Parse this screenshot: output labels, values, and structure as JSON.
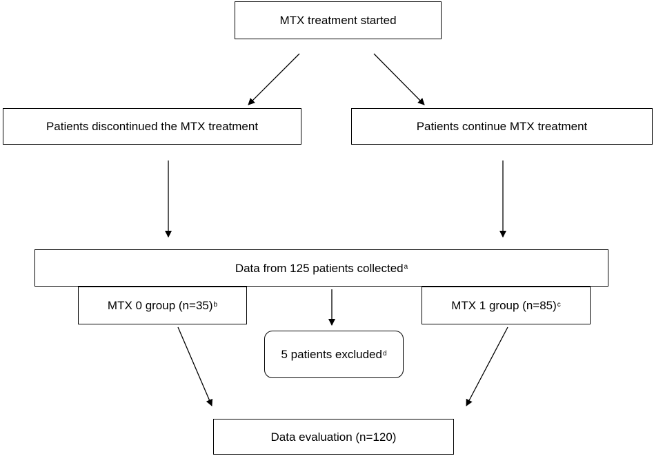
{
  "nodes": {
    "start": {
      "label": "MTX treatment started"
    },
    "discontinued": {
      "label": "Patients discontinued the MTX treatment"
    },
    "continued": {
      "label": "Patients continue MTX treatment"
    },
    "collected": {
      "label": "Data from 125 patients collected",
      "footnote": "a"
    },
    "mtx0": {
      "label": "MTX 0 group (n=35)",
      "footnote": "b"
    },
    "mtx1": {
      "label": "MTX 1 group (n=85)",
      "footnote": "c"
    },
    "excluded": {
      "label": "5 patients excluded",
      "footnote": "d"
    },
    "evaluation": {
      "label": "Data evaluation (n=120)"
    }
  },
  "edges": [
    {
      "from": "start",
      "to": "discontinued"
    },
    {
      "from": "start",
      "to": "continued"
    },
    {
      "from": "discontinued",
      "to": "collected"
    },
    {
      "from": "continued",
      "to": "collected"
    },
    {
      "from": "collected",
      "to": "excluded"
    },
    {
      "from": "mtx0",
      "to": "evaluation"
    },
    {
      "from": "mtx1",
      "to": "evaluation"
    }
  ],
  "colors": {
    "stroke": "#000000",
    "background": "#ffffff"
  }
}
